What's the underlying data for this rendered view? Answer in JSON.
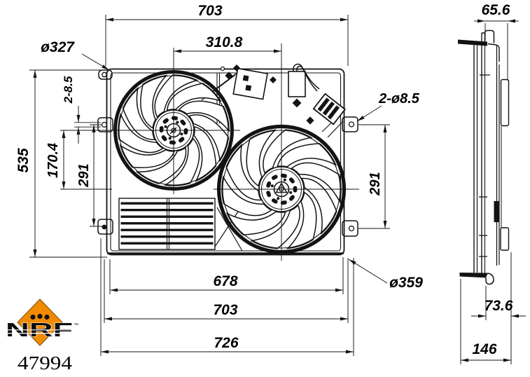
{
  "front": {
    "width_top": "703",
    "fan_center_dist": "310.8",
    "left_fan_dia": "ø327",
    "mount_holes_right": "2-ø8.5",
    "mount_holes_left": "2-8.5",
    "height": "535",
    "fan_center_vert": "170.4",
    "hole_span_left": "291",
    "hole_span_right": "291",
    "width_inner": "678",
    "width_mid": "703",
    "width_overall": "726",
    "right_fan_dia": "ø359"
  },
  "side": {
    "depth_top": "65.6",
    "depth_lower": "73.6",
    "depth_overall": "146"
  },
  "brand": {
    "name": "NRF",
    "trademark": "™",
    "part_number": "47994",
    "logo_color": "#F08A00",
    "ink_color": "#131313"
  }
}
